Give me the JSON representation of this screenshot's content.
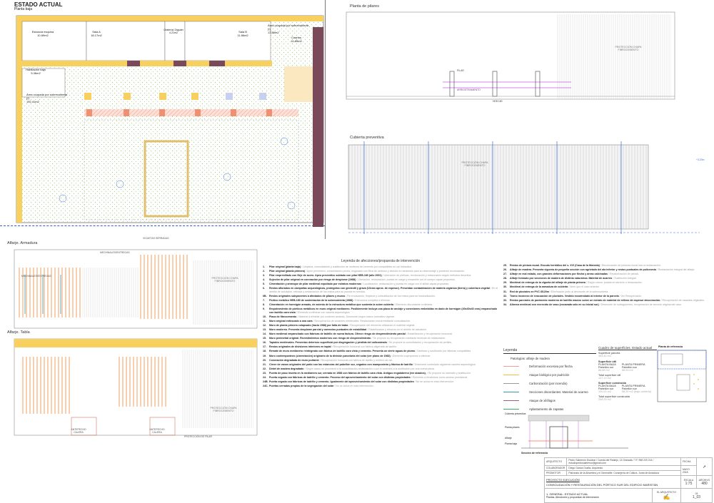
{
  "header": {
    "title": "ESTADO ACTUAL",
    "subtitle": "Planta baja"
  },
  "views": {
    "pilares": "Planta de pilares",
    "cubierta": "Cubierta preventiva",
    "armadura": "Alfarje. Armadura",
    "tabla": "Alfarje. Tabla"
  },
  "rooms": [
    {
      "name": "Estancia esquina",
      "area": "10.89m2"
    },
    {
      "name": "Sala A",
      "area": "18.17m2"
    },
    {
      "name": "Gratería/ Zaguán",
      "area": "4.21m2"
    },
    {
      "name": "Sala B",
      "area": "11.86m2"
    },
    {
      "name": "Área ocupada por sobrecubierta (I)",
      "area": "13.86m2"
    },
    {
      "name": "Cuartos",
      "area": "14.85m2"
    },
    {
      "name": "Habitación baja",
      "area": "5.36m2"
    },
    {
      "name": "Área ocupada por sobrecubierta (I)",
      "area": "192.41m2"
    }
  ],
  "plan_labels": {
    "proteccion": "PROTECCIÓN CHAPA FIBROCEMENTO",
    "pilar": "PILAR",
    "arriostramiento": "ARRIOSTRAMIENTO",
    "heb": "HEB 180",
    "viguetas": "VIGUETAS SERRADAS",
    "mechinales": "MECHINALES/ENTREGAS",
    "antepecho": "ANTEPECHO CALERA",
    "proteccion_pilar": "PROTECCIÓN DE PILAR",
    "cota": "+3.20m"
  },
  "legend": {
    "title": "Leyenda de afecciones/propuesta de intervención",
    "items": [
      {
        "n": "1.",
        "t": "Pilar original (planta baja)",
        "d": "/ Limpieza, consolidación y sustitución de morteros de cemento por compatibles en cal hidráulica."
      },
      {
        "n": "2.",
        "t": "Pilar original (planta primera)",
        "d": "/ Apeo preventivo, consolidación previa, engasado con fibra de carbono y división en tambores para su desmontaje y posterior recolocación."
      },
      {
        "n": "3.",
        "t": "Pilar empresillado con fleje de acero. Apeo preventivo soldado con pilar HEB-180 (año 2001)",
        "d": "/ Liberación de pletinas, recolocación y restauración según métodos descritos."
      },
      {
        "n": "4.",
        "t": "Sujeción de pilar original en coronación por riesgo de desplome (1988)",
        "d": "/ Liberación, restauración, puesta en carga y ensamble con el cuerpo capas propuesto."
      },
      {
        "n": "5.",
        "t": "Cimentación y arranque de pilar medieval expoliado por estratos modernos",
        "d": "/ Localización, restauración y puesta en carga con el sillido capas propuesto."
      },
      {
        "n": "6.",
        "t": "Restos aflorados en campañas arqueológicas, protegidos con geotextil y grava (10cms aprox. de espesor). Presentan contaminación de materia orgánica (tierra) y cobertura vegetal",
        "d": "/ En el ámbito de actuación, retirada y restauración de los restos para su puesta en servicio."
      },
      {
        "n": "6B.",
        "t": "Restos originales subyacentes a afectados de pilares y muros",
        "d": "/ Re-excavación, limpieza y consolidación de los restos para su musealización."
      },
      {
        "n": "7.",
        "t": "Pórtico metálico HEB-180 de sustentación de la sobrecubierta (1988)",
        "d": "/ Estructura completa a eliminar."
      },
      {
        "n": "8.",
        "t": "Cimentación en hormigón armado, de asiento de la estructura metálica que sustenta la sobre cubierta",
        "d": "/ Elemento discordante a eliminar."
      },
      {
        "n": "9.",
        "t": "Empotramiento de pórticos metálicos en muro original medianero. Posiblemente incluya una placa de anclaje y conexiones embebidas en dado de hormigón (40x40x40 cms) empanchado con ladrillo cara vista",
        "d": "/ Elemento a eliminar con cautela arqueológica."
      },
      {
        "n": "10.",
        "t": "Placa de fibrocemento",
        "d": "/ Material a eliminar por contener amianto. Desmonte según marco normativo vigente."
      },
      {
        "n": "11.",
        "t": "Muro original enfoscado a una cara",
        "d": "/ Recuperación de sesantes medievales. Restauración mural mediante consolidación."
      },
      {
        "n": "12.",
        "t": "Muro de planta primera colapsado (hacia 1988) por falta de traba",
        "d": "/ Recuperación del elemento utilizando el material original."
      },
      {
        "n": "13.",
        "t": "Muro moderno. Presenta desplome parcial y carencias puntuales de estabilidad",
        "d": "/ Estabilización y refuerzo en el ámbito de actuación."
      },
      {
        "n": "14.",
        "t": "Muro medieval empanchado con fábricas de ladrillo de nueva factura. Ofrece riesgo de desprendimiento parcial",
        "d": "/ Estabilización y recuperación funcional."
      },
      {
        "n": "15.",
        "t": "Muro perimetral original. Revestimientos modernos con riesgo de desprendimiento",
        "d": "/ Se propone su recuperación mediante técnicas de restauración."
      },
      {
        "n": "16.",
        "t": "Tapiales medievales. Presentan deterioro superficial por disgregación y pérdida del calicostrado",
        "d": "/ Se propone la consolidación y recuperación de perfiles."
      },
      {
        "n": "17.",
        "t": "Restos originales de divisiones interiores en tapial",
        "d": "/ Recuperación funcional con fábrica aligerada de ladrillo."
      },
      {
        "n": "18.",
        "t": "Remate de muro medianero reintegrado con fábrica de ladrillo cara vista y cemento. Presenta un vierte aguas de plomo",
        "d": "/ Saneado y sustitución por fábricas compatibles."
      },
      {
        "n": "19.",
        "t": "Muro contemporáneo (cimentación) originario de la división parcelaria del solar (ver plano de 1983)",
        "d": "/ Elemento superpuesto a eliminar."
      },
      {
        "n": "20.",
        "t": "Coronación degradada de muro portante",
        "d": "/ Recuperación funcional con fábrica de ladrillo y mortero de cal."
      },
      {
        "n": "21.",
        "t": "Cierre de vanos originales del patio con las estancias del pabellón sur, cegados con mampostería y fábrica de ladrillo",
        "d": "/ Desmonte controlado siguiendo cautela arqueológica."
      },
      {
        "n": "22.",
        "t": "Dintel de madera degradado",
        "d": "/ Según casos se procederá a la consolidación-restauración o por el contrario a la sustitución por una nueva pieza."
      },
      {
        "n": "23.",
        "t": "Puerta de paso inserta en la medianera sur, cerrada en 1988 con fábrica de ladrillo cara vista. Antiguo engalaberno (ver alzados).",
        "d": "/ Se propone su saneado y sustitución."
      },
      {
        "n": "24.",
        "t": "Puerta cegada con fábricas de ladrillo y cemento. Proceso del aprovechamiento del solar con distintas propiedades",
        "d": "/ Elemento a revalorizar como acceso provisional."
      },
      {
        "n": "24B.",
        "t": "Puerta cegada con fábricas de ladrillo y cemento. Igualmente del aprovechamiento del solar con distintas propiedades",
        "d": "/ No se actúa en esta intervención."
      },
      {
        "n": "24C.",
        "t": "Puertas cerradas propias de la segregación del solar",
        "d": "/ No se actúa en esta intervención."
      },
      {
        "n": "25.",
        "t": "Restos de pintura mural. Escudo heráldico del s. XVI (Casa de la Moneda)",
        "d": "/ Recolocación de pinturas mural tras la restauración."
      },
      {
        "n": "26.",
        "t": "Alfarje de madera. Presenta viguería de pequeña sección con agrietado del ala inferior y restos puntuales de policromía",
        "d": "/ Restauración integral del alfarje."
      },
      {
        "n": "27.",
        "t": "Alfarje en mal estado, con grandes deformaciones por flecha y áreas calcinadas",
        "d": "/ Revalorización de piezas."
      },
      {
        "n": "28.",
        "t": "Alfarje formado por secciones de madera de distinta naturaleza. Material de acarreo",
        "d": "/ Sustitución integral."
      },
      {
        "n": "29.",
        "t": "Mechinal de entrega de la vigueta del alfarje de planta primera",
        "d": "/ Según casos: puesta en servicio o restauración."
      },
      {
        "n": "30.",
        "t": "Mechinal de entrega de la armadura de cubierta",
        "d": "/ Ídem que el caso anterior."
      },
      {
        "n": "31.",
        "t": "Red de pluviales en PVC Ø120m",
        "d": "/ Eliminación junto al desmonte de la sobrecubierta."
      },
      {
        "n": "32.",
        "t": "Tramo inconexo de evacuación de pluviales. Vestido incontrolado al interior de la parcela",
        "d": "/ Ver Recuperación."
      },
      {
        "n": "33.",
        "t": "Restos parciales de pavimento moderno de ladrillo macizo sobre un estrato de material de relleno de espesor desconocido",
        "d": "/ Recuperación de rasantes originales."
      },
      {
        "n": "34.",
        "t": "Alberca medieval con recrecido de vaso (excavada sólo en su inicial sur)",
        "d": "/ Desmonte de subsiguientes, recuperación de sección original del vaso."
      }
    ]
  },
  "pathology": {
    "title": "Leyenda",
    "subtitle": "Patologías: alfarje de madera",
    "items": [
      {
        "label": "Deformación excesiva por flecha",
        "color": "#f0a0a0"
      },
      {
        "label": "Ataque biológico por pudrición",
        "color": "#f0c040"
      },
      {
        "label": "Carbonización (por incendio)",
        "color": "#999999"
      },
      {
        "label": "Secciones discordantes. Material de acarreo",
        "color": "#3a9ab0"
      },
      {
        "label": "Ataque de xilófagos",
        "color": "#a06080"
      },
      {
        "label": "Aplastamiento de zapatas",
        "color": "#40b060"
      }
    ]
  },
  "surfaces": {
    "title": "Cuadro de superficies. Estado actual",
    "parcela_label": "Superficie parcela",
    "parcela": "364.40 m2",
    "util_label": "Superficie útil",
    "pb_label": "PLANTA BAJA",
    "pb_sub": "Pabellón sur",
    "pb_val": "88.88 m2",
    "pp_label": "PLANTA PRIMERA",
    "pp_sub": "Pabellón sur",
    "pp_val": "58.25 m2",
    "total_util_label": "Total superficie útil",
    "total_util": "147.13 m2",
    "const_label": "Superficie construida",
    "pb_c_val": "100.00 m2",
    "pp_c_val": "58.25 m2 (bajo cubierta)",
    "total_const_label": "Total superficie construida",
    "total_const": "258.25 m2",
    "ref_title": "Planta de referencia"
  },
  "section": {
    "title": "Sección de referencia",
    "levels": [
      "Cubierta preventiva",
      "Planta pilares",
      "Alfarje",
      "Planta baja"
    ]
  },
  "title_block": {
    "arquitecto_label": "ARQUITECTO",
    "arquitecto": "Pedro Salmerón Escobar / Cuesta del Realejo, 13 Granada / T.F. 958 220 214 / estudiopedrosalmeron@gmail.com",
    "colaborador_label": "COLABORADOR",
    "colaborador": "Diego García Ocaña, Arquitecto",
    "promotor_label": "PROMOTOR",
    "promotor": "Patronato de la Alhambra y el Generalife. Consejería de Cultura. Junta de Andalucía",
    "fecha_label": "FECHA",
    "fecha": "MAYO 2018",
    "escala_label": "ESCALA",
    "escala": "1:75",
    "archivo_label": "ARCHIVO",
    "archivo": "480",
    "project_type": "PROYECTO EJECUCIÓN",
    "project_name": "CONSOLIDACIÓN Y RESTAURACIÓN DEL PÓRTICO SUR DEL EDIFICIO MARISTÁN",
    "plan_title": "1. GENERAL. ESTADO ACTUAL",
    "plan_sub": "Plantas. Afecciones y propuestas de intervención",
    "el_arquitecto": "EL ARQUITECTO",
    "sheet_label": "03",
    "sheet": "1_03",
    "side_proyecto": "PROYECTO",
    "side_plano": "PLANO"
  }
}
